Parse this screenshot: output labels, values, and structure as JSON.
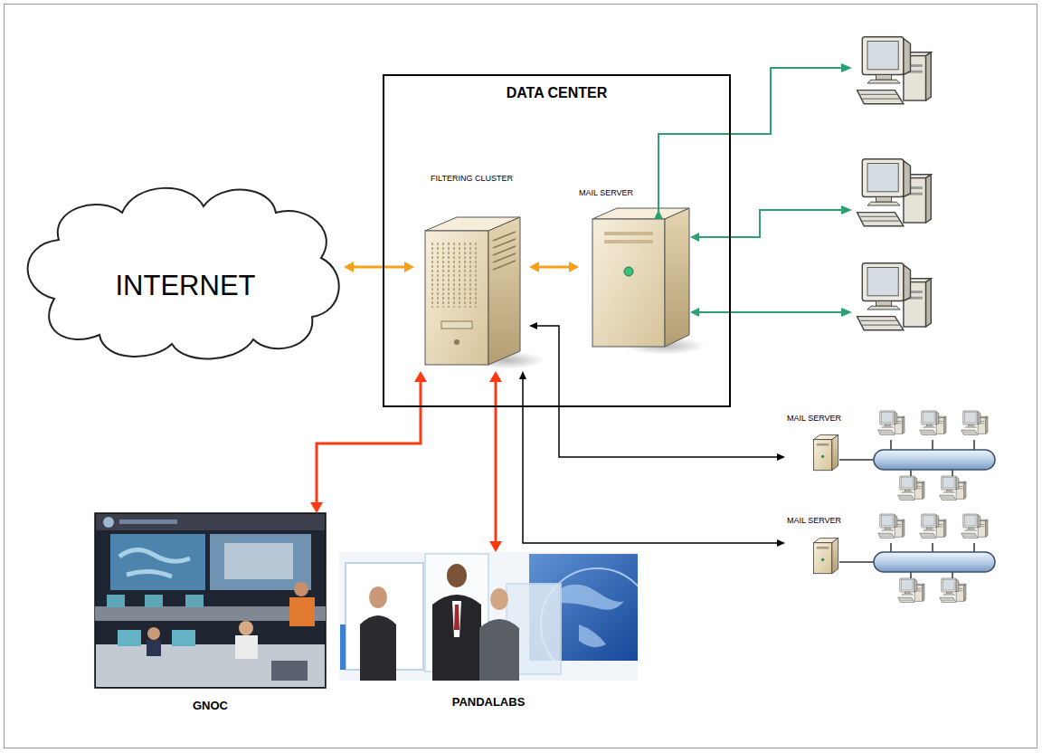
{
  "diagram": {
    "nodes": [
      {
        "text": [
          "DATA CENTER"
        ]
      },
      {
        "text": [
          "FILTERING CLUSTER"
        ],
        "in": 0
      },
      {
        "text": [
          "MAIL SERVER"
        ],
        "in": 0
      },
      {
        "text": [
          "INTERNET"
        ]
      },
      {
        "text": [
          "MAIL SERVER"
        ]
      },
      {
        "text": [
          "MAIL SERVER"
        ]
      },
      {
        "text": [
          "GNOC"
        ]
      },
      {
        "text": [
          "PANDALABS"
        ]
      }
    ],
    "edges": [
      {
        "from": 3,
        "to": 1,
        "arrow": "both"
      },
      {
        "from": 1,
        "to": 2,
        "arrow": "both"
      },
      {
        "from": 1,
        "to": 6,
        "arrow": "both"
      },
      {
        "from": 1,
        "to": 7,
        "arrow": "both"
      },
      {
        "from": 1,
        "to": 4,
        "arrow": "both"
      },
      {
        "from": 1,
        "to": 5,
        "arrow": "both"
      }
    ]
  }
}
